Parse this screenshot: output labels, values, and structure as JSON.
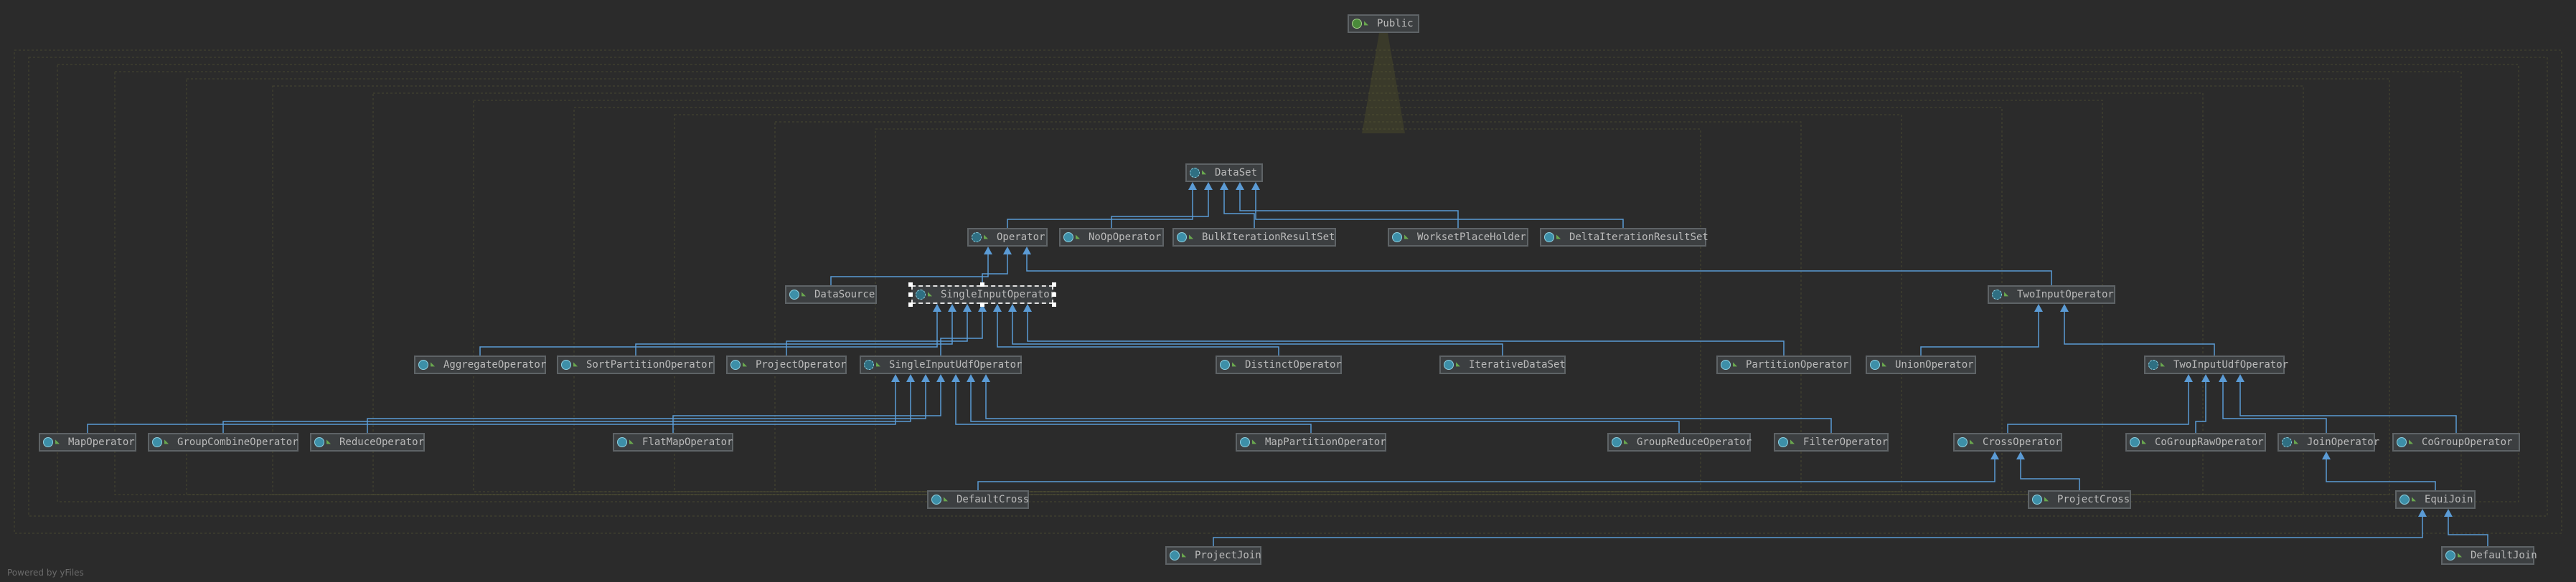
{
  "diagram": {
    "nodes": [
      {
        "id": "public",
        "label": "Public",
        "kind": "interface"
      },
      {
        "id": "dataset",
        "label": "DataSet",
        "kind": "abstract"
      },
      {
        "id": "operator",
        "label": "Operator",
        "kind": "abstract"
      },
      {
        "id": "noop",
        "label": "NoOpOperator",
        "kind": "class"
      },
      {
        "id": "bulk",
        "label": "BulkIterationResultSet",
        "kind": "class"
      },
      {
        "id": "worksetph",
        "label": "WorksetPlaceHolder",
        "kind": "class"
      },
      {
        "id": "deltaiter",
        "label": "DeltaIterationResultSet",
        "kind": "class"
      },
      {
        "id": "datasource",
        "label": "DataSource",
        "kind": "class"
      },
      {
        "id": "singleinput",
        "label": "SingleInputOperator",
        "kind": "abstract"
      },
      {
        "id": "twoinput",
        "label": "TwoInputOperator",
        "kind": "abstract"
      },
      {
        "id": "aggregate",
        "label": "AggregateOperator",
        "kind": "class"
      },
      {
        "id": "sortpart",
        "label": "SortPartitionOperator",
        "kind": "class"
      },
      {
        "id": "project",
        "label": "ProjectOperator",
        "kind": "class"
      },
      {
        "id": "singleudf",
        "label": "SingleInputUdfOperator",
        "kind": "abstract"
      },
      {
        "id": "distinct",
        "label": "DistinctOperator",
        "kind": "class"
      },
      {
        "id": "iterative",
        "label": "IterativeDataSet",
        "kind": "class"
      },
      {
        "id": "partition",
        "label": "PartitionOperator",
        "kind": "class"
      },
      {
        "id": "union",
        "label": "UnionOperator",
        "kind": "class"
      },
      {
        "id": "twoudf",
        "label": "TwoInputUdfOperator",
        "kind": "abstract"
      },
      {
        "id": "map",
        "label": "MapOperator",
        "kind": "class"
      },
      {
        "id": "groupcombine",
        "label": "GroupCombineOperator",
        "kind": "class"
      },
      {
        "id": "reduce",
        "label": "ReduceOperator",
        "kind": "class"
      },
      {
        "id": "flatmap",
        "label": "FlatMapOperator",
        "kind": "class"
      },
      {
        "id": "mappartition",
        "label": "MapPartitionOperator",
        "kind": "class"
      },
      {
        "id": "groupreduce",
        "label": "GroupReduceOperator",
        "kind": "class"
      },
      {
        "id": "filter",
        "label": "FilterOperator",
        "kind": "class"
      },
      {
        "id": "cross",
        "label": "CrossOperator",
        "kind": "class"
      },
      {
        "id": "cogroupraw",
        "label": "CoGroupRawOperator",
        "kind": "class"
      },
      {
        "id": "join",
        "label": "JoinOperator",
        "kind": "abstract"
      },
      {
        "id": "cogroup",
        "label": "CoGroupOperator",
        "kind": "class"
      },
      {
        "id": "defaultcross",
        "label": "DefaultCross",
        "kind": "class"
      },
      {
        "id": "projectcross",
        "label": "ProjectCross",
        "kind": "class"
      },
      {
        "id": "equijoin",
        "label": "EquiJoin",
        "kind": "class"
      },
      {
        "id": "projectjoin",
        "label": "ProjectJoin",
        "kind": "class"
      },
      {
        "id": "defaultjoin",
        "label": "DefaultJoin",
        "kind": "class"
      }
    ],
    "edges": [
      [
        "operator",
        "dataset"
      ],
      [
        "noop",
        "dataset"
      ],
      [
        "bulk",
        "dataset"
      ],
      [
        "worksetph",
        "dataset"
      ],
      [
        "deltaiter",
        "dataset"
      ],
      [
        "datasource",
        "operator"
      ],
      [
        "singleinput",
        "operator"
      ],
      [
        "twoinput",
        "operator"
      ],
      [
        "aggregate",
        "singleinput"
      ],
      [
        "sortpart",
        "singleinput"
      ],
      [
        "project",
        "singleinput"
      ],
      [
        "singleudf",
        "singleinput"
      ],
      [
        "distinct",
        "singleinput"
      ],
      [
        "iterative",
        "singleinput"
      ],
      [
        "partition",
        "singleinput"
      ],
      [
        "union",
        "twoinput"
      ],
      [
        "twoudf",
        "twoinput"
      ],
      [
        "map",
        "singleudf"
      ],
      [
        "groupcombine",
        "singleudf"
      ],
      [
        "reduce",
        "singleudf"
      ],
      [
        "flatmap",
        "singleudf"
      ],
      [
        "mappartition",
        "singleudf"
      ],
      [
        "groupreduce",
        "singleudf"
      ],
      [
        "filter",
        "singleudf"
      ],
      [
        "cross",
        "twoudf"
      ],
      [
        "cogroupraw",
        "twoudf"
      ],
      [
        "join",
        "twoudf"
      ],
      [
        "cogroup",
        "twoudf"
      ],
      [
        "defaultcross",
        "cross"
      ],
      [
        "projectcross",
        "cross"
      ],
      [
        "equijoin",
        "join"
      ],
      [
        "projectjoin",
        "equijoin"
      ],
      [
        "defaultjoin",
        "equijoin"
      ]
    ],
    "selected_node": "singleinput",
    "colors": {
      "background": "#2b2b2b",
      "edge": "#5b9bd5",
      "interface_link": "#6b6b3a"
    }
  },
  "footer": {
    "powered_by": "Powered by yFiles"
  }
}
